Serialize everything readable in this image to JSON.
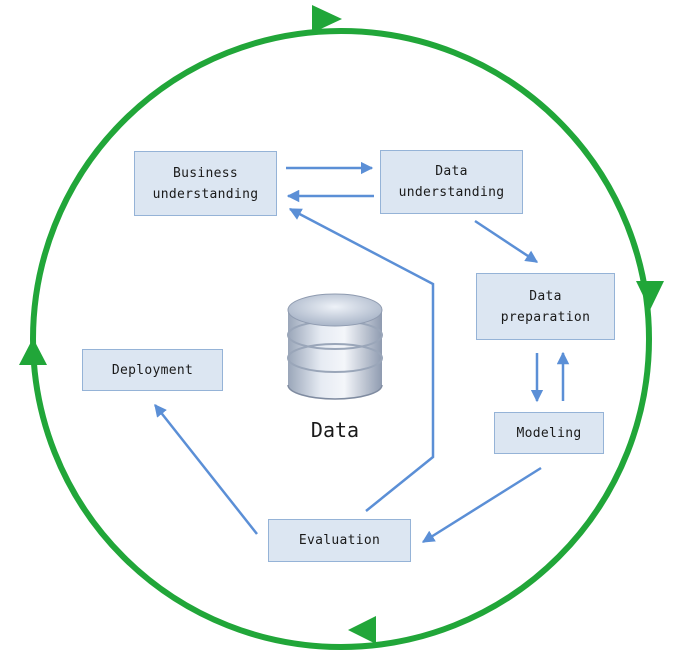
{
  "diagram": {
    "steps": {
      "business_understanding": {
        "line1": "Business",
        "line2": "understanding"
      },
      "data_understanding": {
        "line1": "Data",
        "line2": "understanding"
      },
      "data_preparation": {
        "line1": "Data",
        "line2": "preparation"
      },
      "modeling": {
        "label": "Modeling"
      },
      "evaluation": {
        "label": "Evaluation"
      },
      "deployment": {
        "label": "Deployment"
      }
    },
    "center_label": "Data",
    "colors": {
      "cycle_arrow": "#21a639",
      "flow_arrow": "#5b8fd6",
      "box_fill": "#dce6f2",
      "box_border": "#95b3d7"
    },
    "icons": {
      "center": "database-icon"
    }
  }
}
